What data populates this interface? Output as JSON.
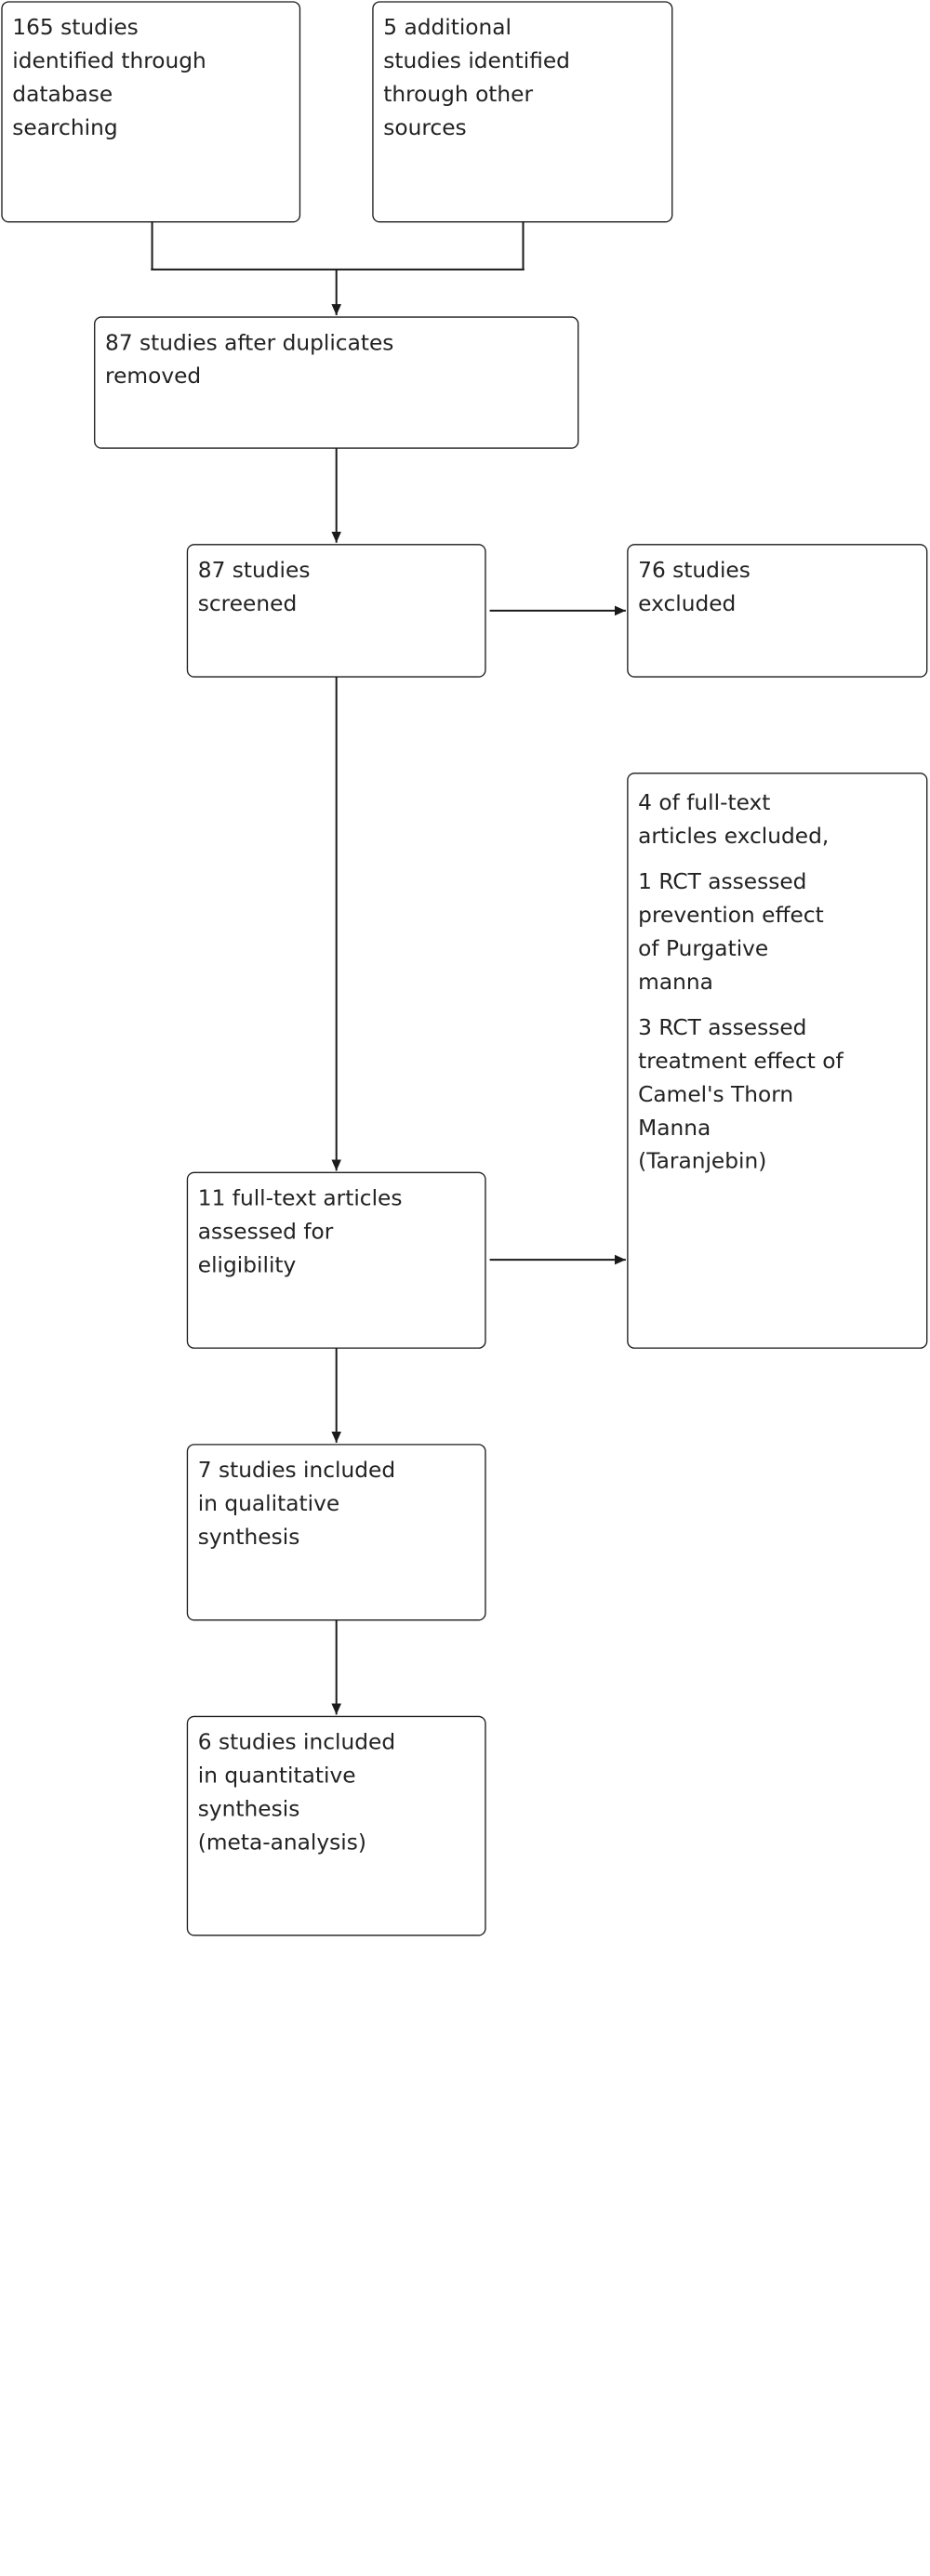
{
  "boxes": {
    "db_search": {
      "lines": [
        "165 studies",
        "identified through",
        "database",
        "searching"
      ]
    },
    "other_sources": {
      "lines": [
        "5 additional",
        "studies identified",
        "through other",
        "sources"
      ]
    },
    "after_duplicates": {
      "lines": [
        "87 studies after duplicates",
        "removed"
      ]
    },
    "screened": {
      "lines": [
        "87 studies",
        "screened"
      ]
    },
    "excluded": {
      "lines": [
        "76 studies",
        "excluded"
      ]
    },
    "fulltext_excluded": {
      "paragraphs": [
        [
          "4 of full-text",
          "articles excluded,"
        ],
        [
          "1 RCT assessed",
          "prevention effect",
          "of Purgative",
          "manna"
        ],
        [
          "3 RCT assessed",
          "treatment effect of",
          "Camel's Thorn",
          "Manna",
          "(Taranjebin)"
        ]
      ]
    },
    "eligibility": {
      "lines": [
        "11 full-text articles",
        "assessed for",
        "eligibility"
      ]
    },
    "qualitative": {
      "lines": [
        "7 studies included",
        "in qualitative",
        "synthesis"
      ]
    },
    "quantitative": {
      "lines": [
        "6 studies included",
        "in quantitative",
        "synthesis",
        "(meta-analysis)"
      ]
    }
  }
}
